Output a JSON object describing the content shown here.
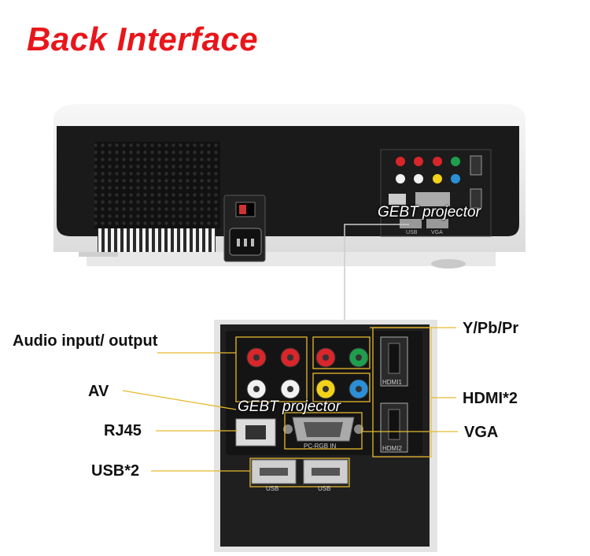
{
  "title": "Back Interface",
  "watermark": "GEBT projector",
  "labels": {
    "audio": "Audio input/ output",
    "av": "AV",
    "rj45": "RJ45",
    "usb": "USB*2",
    "ypbpr": "Y/Pb/Pr",
    "hdmi": "HDMI*2",
    "vga": "VGA"
  },
  "panel_text": {
    "hdmi1": "HDMI1",
    "hdmi2": "HDMI2",
    "pc_rgb_in": "PC-RGB IN",
    "usb": "USB",
    "vga": "VGA"
  },
  "colors": {
    "title": "#e8161b",
    "red_jack": "#d8262a",
    "white_jack": "#f2f2f2",
    "yellow_jack": "#f3d21a",
    "green_jack": "#1f9e4e",
    "blue_jack": "#2a8fd6",
    "leader_line": "#e7b92e"
  }
}
